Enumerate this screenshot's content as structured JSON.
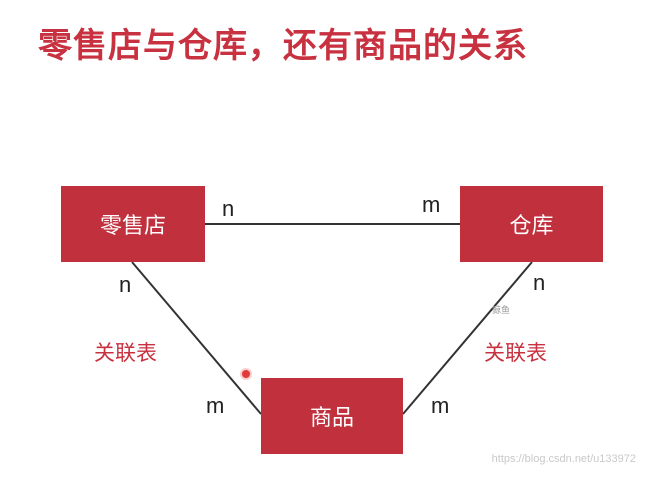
{
  "title": "零售店与仓库，还有商品的关系",
  "entities": {
    "store": "零售店",
    "warehouse": "仓库",
    "product": "商品"
  },
  "cardinalities": {
    "store_warehouse_store_end": "n",
    "store_warehouse_warehouse_end": "m",
    "store_product_store_end": "n",
    "store_product_product_end": "m",
    "warehouse_product_warehouse_end": "n",
    "warehouse_product_product_end": "m"
  },
  "relation_labels": {
    "store_product": "关联表",
    "warehouse_product": "关联表"
  },
  "overlay_text": "鲸鱼",
  "watermark": "https://blog.csdn.net/u133972",
  "colors": {
    "title": "#c8313f",
    "entity_fill": "#c0303d",
    "relation_label": "#c8313f",
    "line": "#333333"
  }
}
